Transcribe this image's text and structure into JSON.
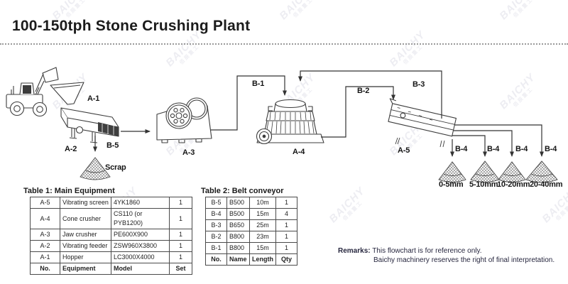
{
  "title": "100-150tph Stone Crushing Plant",
  "watermark": {
    "brand": "BAICHY",
    "sub": "佰辰重工"
  },
  "colors": {
    "ink": "#3c3c3c",
    "text": "#1c1c1c",
    "watermark": "#5a5a8c"
  },
  "flow": {
    "labels": {
      "a1": "A-1",
      "a2": "A-2",
      "a3": "A-3",
      "a4": "A-4",
      "a5": "A-5",
      "b1": "B-1",
      "b2": "B-2",
      "b3": "B-3",
      "b4": "B-4",
      "b5": "B-5",
      "scrap": "Scrap"
    },
    "outputs": [
      "0-5mm",
      "5-10mm",
      "10-20mm",
      "20-40mm"
    ]
  },
  "table1": {
    "title": "Table 1: Main Equipment",
    "rows": [
      [
        "A-5",
        "Vibrating screen",
        "4YK1860",
        "1"
      ],
      [
        "A-4",
        "Cone crusher",
        "CS110 (or PYB1200)",
        "1"
      ],
      [
        "A-3",
        "Jaw crusher",
        "PE600X900",
        "1"
      ],
      [
        "A-2",
        "Vibrating feeder",
        "ZSW960X3800",
        "1"
      ],
      [
        "A-1",
        "Hopper",
        "LC3000X4000",
        "1"
      ],
      [
        "No.",
        "Equipment",
        "Model",
        "Set"
      ]
    ]
  },
  "table2": {
    "title": "Table 2: Belt conveyor",
    "rows": [
      [
        "B-5",
        "B500",
        "10m",
        "1"
      ],
      [
        "B-4",
        "B500",
        "15m",
        "4"
      ],
      [
        "B-3",
        "B650",
        "25m",
        "1"
      ],
      [
        "B-2",
        "B800",
        "23m",
        "1"
      ],
      [
        "B-1",
        "B800",
        "15m",
        "1"
      ],
      [
        "No.",
        "Name",
        "Length",
        "Qty"
      ]
    ]
  },
  "remarks": {
    "label": "Remarks:",
    "line1": "This flowchart is for reference only.",
    "line2": "Baichy machinery reserves the right of final interpretation."
  }
}
